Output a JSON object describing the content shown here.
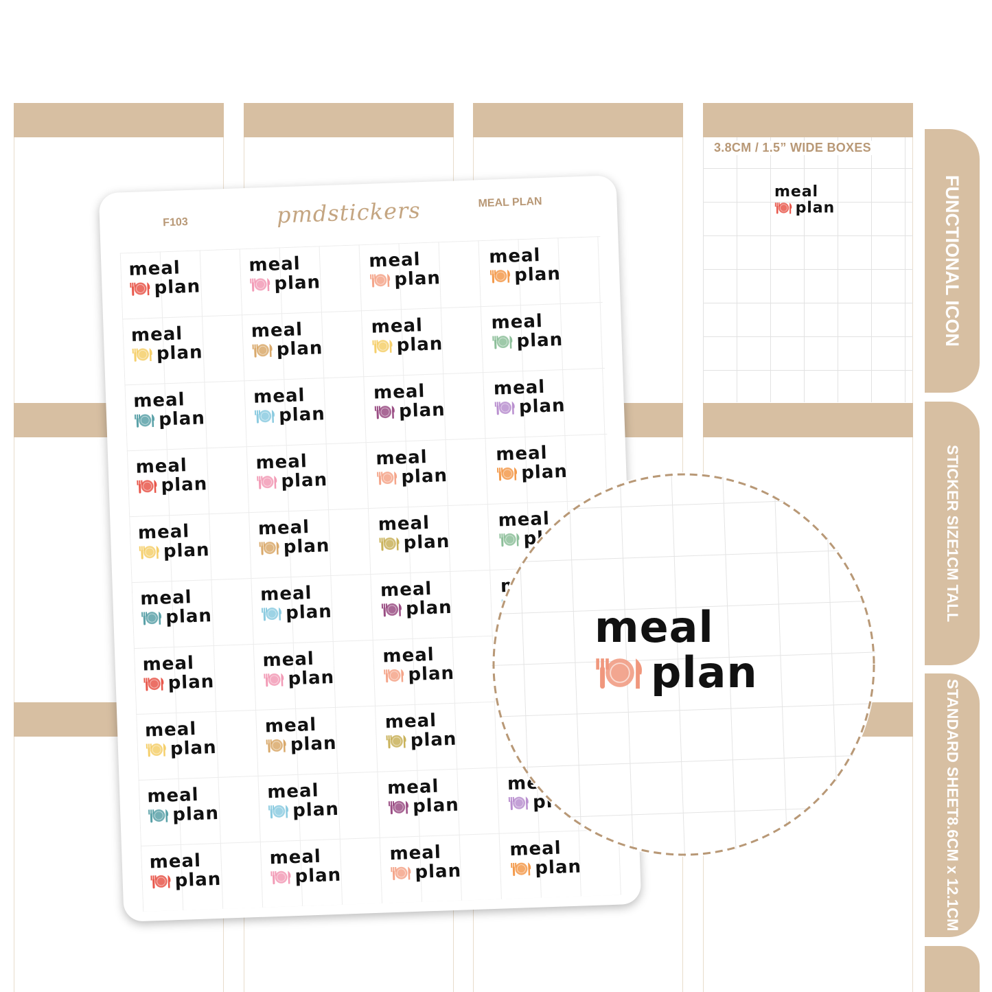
{
  "grid_box": {
    "title": "3.8CM / 1.5” WIDE BOXES"
  },
  "tabs": [
    {
      "lines": [
        "FUNCTIONAL ICON"
      ]
    },
    {
      "lines": [
        "STICKER SIZE",
        "1CM TALL"
      ]
    },
    {
      "lines": [
        "STANDARD SHEET",
        "8.6CM x 12.1CM"
      ]
    },
    {
      "lines": []
    }
  ],
  "sheet": {
    "code": "F103",
    "brand": "pmdstickers",
    "title": "MEAL PLAN"
  },
  "sticker": {
    "line1": "meal",
    "line2": "plan",
    "icon": "plate-fork-knife-icon"
  },
  "colors": {
    "tan": "#d7bfa2",
    "tan_text": "#b89876",
    "red": "#e8574b",
    "pink": "#f29bb6",
    "peach": "#f4a58a",
    "orange": "#f39a4c",
    "yellow": "#f5cf6b",
    "gold": "#d9a96b",
    "olive": "#c9b25a",
    "sage": "#8dbf9a",
    "teal": "#5aa1a8",
    "sky": "#8ccbe0",
    "plum": "#9a4e84",
    "lilac": "#b98fcf",
    "zoom": "#f0977d"
  },
  "sticker_colors": [
    [
      "red",
      "pink",
      "peach",
      "orange"
    ],
    [
      "yellow",
      "gold",
      "yellow",
      "sage"
    ],
    [
      "teal",
      "sky",
      "plum",
      "lilac"
    ],
    [
      "red",
      "pink",
      "peach",
      "orange"
    ],
    [
      "yellow",
      "gold",
      "olive",
      "sage"
    ],
    [
      "teal",
      "sky",
      "plum",
      "sky"
    ],
    [
      "red",
      "pink",
      "peach",
      "red"
    ],
    [
      "yellow",
      "gold",
      "olive",
      "yellow"
    ],
    [
      "teal",
      "sky",
      "plum",
      "lilac"
    ],
    [
      "red",
      "pink",
      "peach",
      "orange"
    ]
  ]
}
